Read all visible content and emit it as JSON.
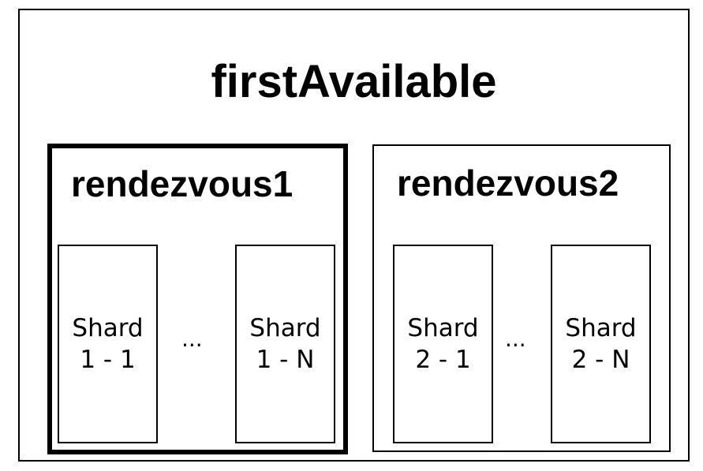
{
  "diagram": {
    "title": "firstAvailable",
    "groups": [
      {
        "label": "rendezvous1",
        "emphasized": true,
        "shards": [
          {
            "line1": "Shard",
            "line2": "1 - 1"
          },
          {
            "line1": "Shard",
            "line2": "1 - N"
          }
        ],
        "ellipsis": "..."
      },
      {
        "label": "rendezvous2",
        "emphasized": false,
        "shards": [
          {
            "line1": "Shard",
            "line2": "2 - 1"
          },
          {
            "line1": "Shard",
            "line2": "2 - N"
          }
        ],
        "ellipsis": "..."
      }
    ]
  },
  "colors": {
    "stroke": "#000000",
    "background": "#ffffff"
  }
}
